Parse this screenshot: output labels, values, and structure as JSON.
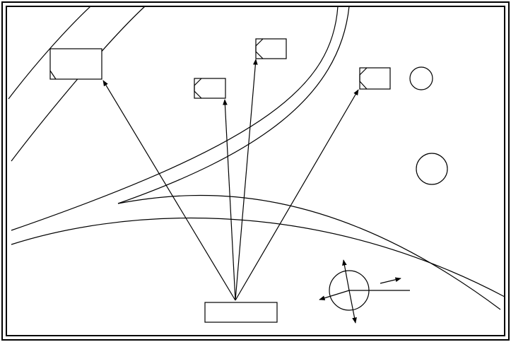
{
  "diagram": {
    "stroke_color": "#000000",
    "background_color": "#ffffff",
    "elements": {
      "source_box": "rectangle",
      "target_boxes": 4,
      "circles": 3,
      "arrow_rays": 4,
      "compass_arrows": 3
    }
  }
}
